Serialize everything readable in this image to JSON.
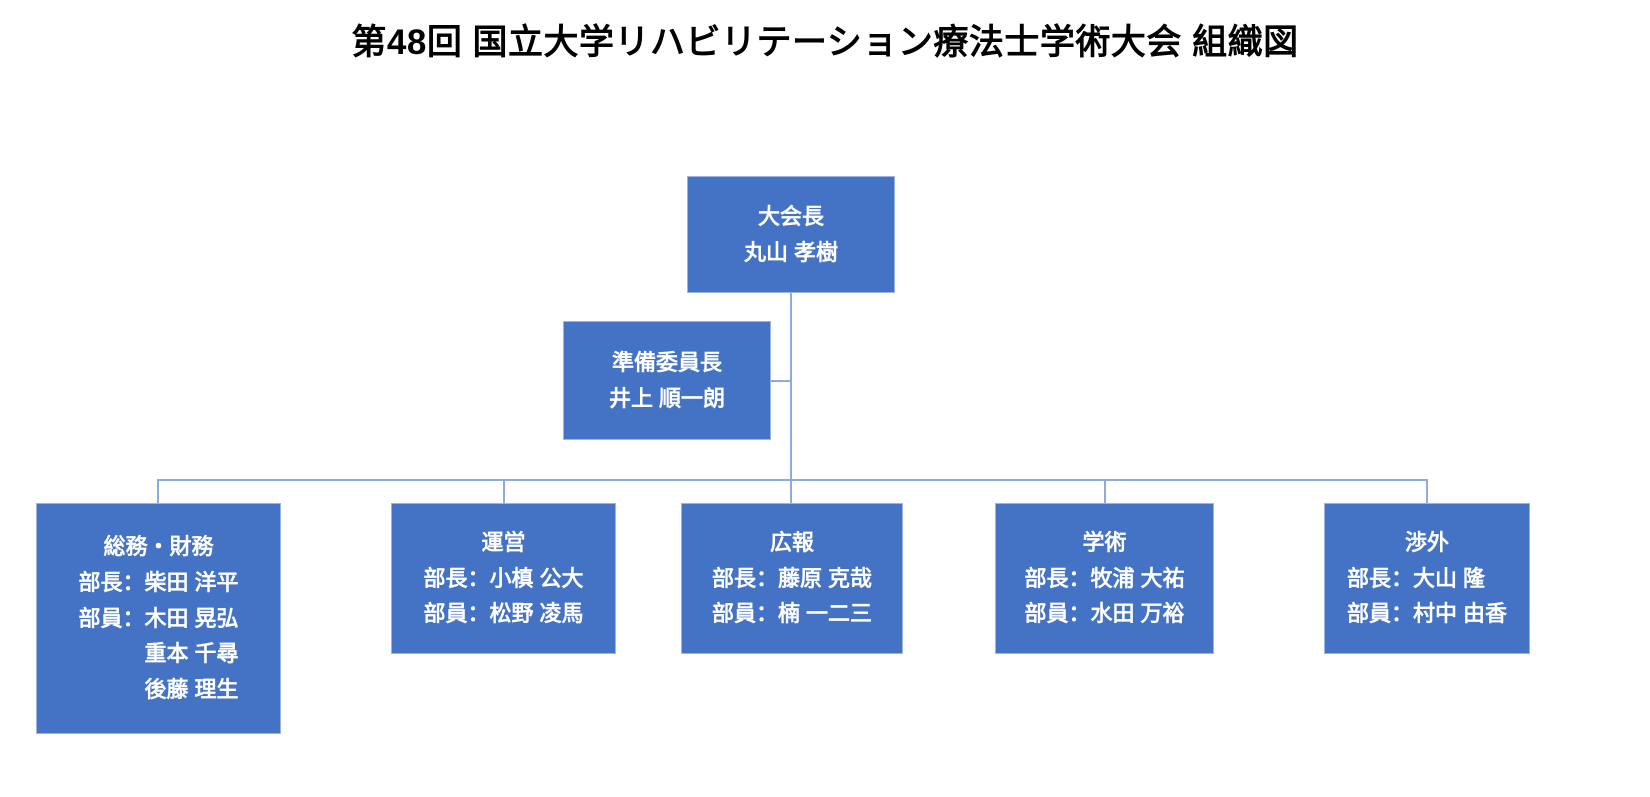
{
  "title": "第48回 国立大学リハビリテーション療法士学術大会 組織図",
  "colors": {
    "node_fill": "#4472C4",
    "node_border": "#9CB4DE",
    "connector": "#8FAADC",
    "node_text": "#FFFFFF",
    "title_text": "#000000",
    "background": "#FFFFFF"
  },
  "chart_data": {
    "type": "diagram",
    "diagram_type": "organization-chart",
    "title": "第48回 国立大学リハビリテーション療法士学術大会 組織図",
    "nodes": [
      {
        "id": "chair",
        "role": "大会長",
        "person": "丸山 孝樹",
        "level": 0,
        "lines": [
          "大会長",
          "丸山 孝樹"
        ]
      },
      {
        "id": "prep",
        "role": "準備委員長",
        "person": "井上 順一朗",
        "level": 1,
        "lines": [
          "準備委員長",
          "井上 順一朗"
        ]
      },
      {
        "id": "dept-0",
        "role": "総務・財務",
        "level": 2,
        "chief_label": "部長：",
        "chief": "柴田 洋平",
        "member_label": "部員：",
        "members": [
          "木田 晃弘",
          "重本 千尋",
          "後藤 理生"
        ],
        "lines": [
          "総務・財務",
          "部長：柴田 洋平",
          "部員：木田 晃弘",
          "　　　重本 千尋",
          "　　　後藤 理生"
        ]
      },
      {
        "id": "dept-1",
        "role": "運営",
        "level": 2,
        "chief_label": "部長：",
        "chief": "小槙 公大",
        "member_label": "部員：",
        "members": [
          "松野 凌馬"
        ],
        "lines": [
          "運営",
          "部長：小槙 公大",
          "部員：松野 凌馬"
        ]
      },
      {
        "id": "dept-2",
        "role": "広報",
        "level": 2,
        "chief_label": "部長：",
        "chief": "藤原 克哉",
        "member_label": "部員：",
        "members": [
          "楠 一二三"
        ],
        "lines": [
          "広報",
          "部長：藤原 克哉",
          "部員：楠 一二三"
        ]
      },
      {
        "id": "dept-3",
        "role": "学術",
        "level": 2,
        "chief_label": "部長：",
        "chief": "牧浦 大祐",
        "member_label": "部員：",
        "members": [
          "水田 万裕"
        ],
        "lines": [
          "学術",
          "部長：牧浦 大祐",
          "部員：水田 万裕"
        ]
      },
      {
        "id": "dept-4",
        "role": "渉外",
        "level": 2,
        "chief_label": "部長：",
        "chief": "大山 隆",
        "member_label": "部員：",
        "members": [
          "村中 由香"
        ],
        "lines": [
          "渉外",
          "部長：大山 隆",
          "部員：村中 由香"
        ]
      }
    ],
    "edges": [
      {
        "from": "chair",
        "to": "prep"
      },
      {
        "from": "chair",
        "to": "dept-0"
      },
      {
        "from": "chair",
        "to": "dept-1"
      },
      {
        "from": "chair",
        "to": "dept-2"
      },
      {
        "from": "chair",
        "to": "dept-3"
      },
      {
        "from": "chair",
        "to": "dept-4"
      }
    ]
  }
}
